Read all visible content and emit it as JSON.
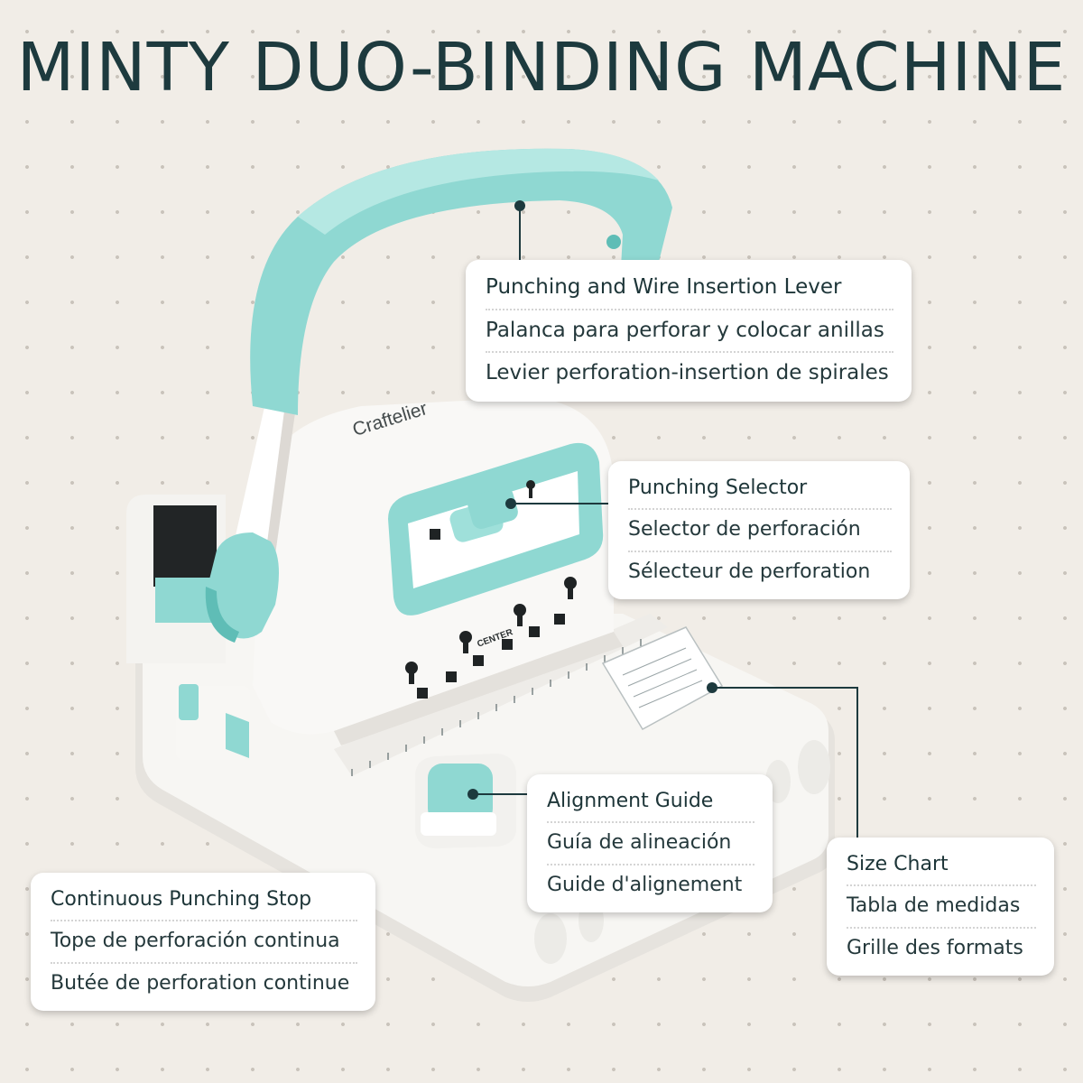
{
  "title": "MINTY DUO-BINDING MACHINE",
  "machine": {
    "brand": "Craftelier",
    "center_label": "CENTER",
    "colors": {
      "mint": "#8fd8d2",
      "mint_dark": "#5fbdb6",
      "body": "#f6f5f2",
      "shadow": "#d9d6d0",
      "text": "#1d3a3e"
    }
  },
  "callouts": {
    "lever": {
      "en": "Punching and Wire Insertion Lever",
      "es": "Palanca para perforar y colocar anillas",
      "fr": "Levier perforation-insertion de spirales"
    },
    "selector": {
      "en": "Punching Selector",
      "es": "Selector de perforación",
      "fr": "Sélecteur de perforation"
    },
    "alignment": {
      "en": "Alignment Guide",
      "es": "Guía de alineación",
      "fr": "Guide d'alignement"
    },
    "size_chart": {
      "en": "Size Chart",
      "es": "Tabla de medidas",
      "fr": "Grille des formats"
    },
    "stop": {
      "en": "Continuous Punching Stop",
      "es": "Tope de perforación continua",
      "fr": "Butée de perforation continue"
    }
  }
}
